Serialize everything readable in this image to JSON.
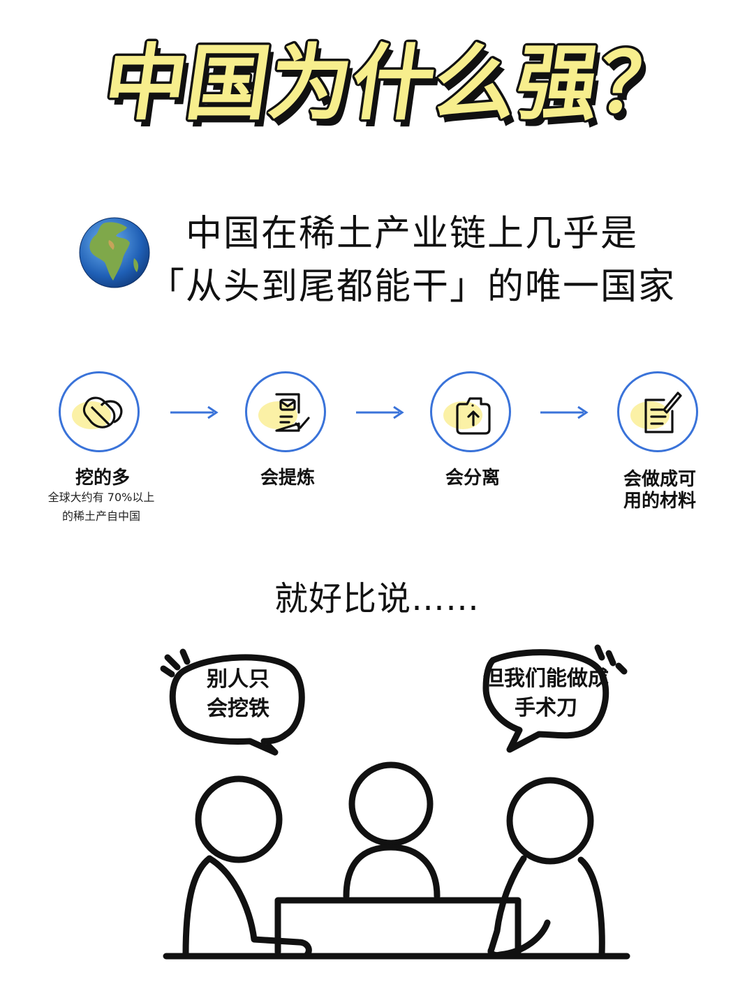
{
  "title": "中国为什么强？",
  "headline": {
    "line1": "中国在稀土产业链上几乎是",
    "line2": "「从头到尾都能干」的唯一国家",
    "icon": "globe-icon"
  },
  "steps": [
    {
      "label": "挖的多",
      "sub1": "全球大约有 70%以上",
      "sub2": "的稀土产自中国",
      "icon": "ore-icon"
    },
    {
      "label": "会提炼",
      "icon": "refine-document-icon"
    },
    {
      "label": "会分离",
      "icon": "separate-jar-icon"
    },
    {
      "label1": "会做成可",
      "label2": "用的材料",
      "icon": "edit-document-icon"
    }
  ],
  "compare_text": "就好比说……",
  "bubbles": {
    "left": {
      "line1": "别人只",
      "line2": "会挖铁"
    },
    "right": {
      "line1": "但我们能做成",
      "line2": "手术刀"
    }
  },
  "colors": {
    "title_fill": "#f7ee8d",
    "accent_blue": "#3a73d9",
    "highlight_yellow": "#fbf1a6",
    "ink": "#111111"
  }
}
